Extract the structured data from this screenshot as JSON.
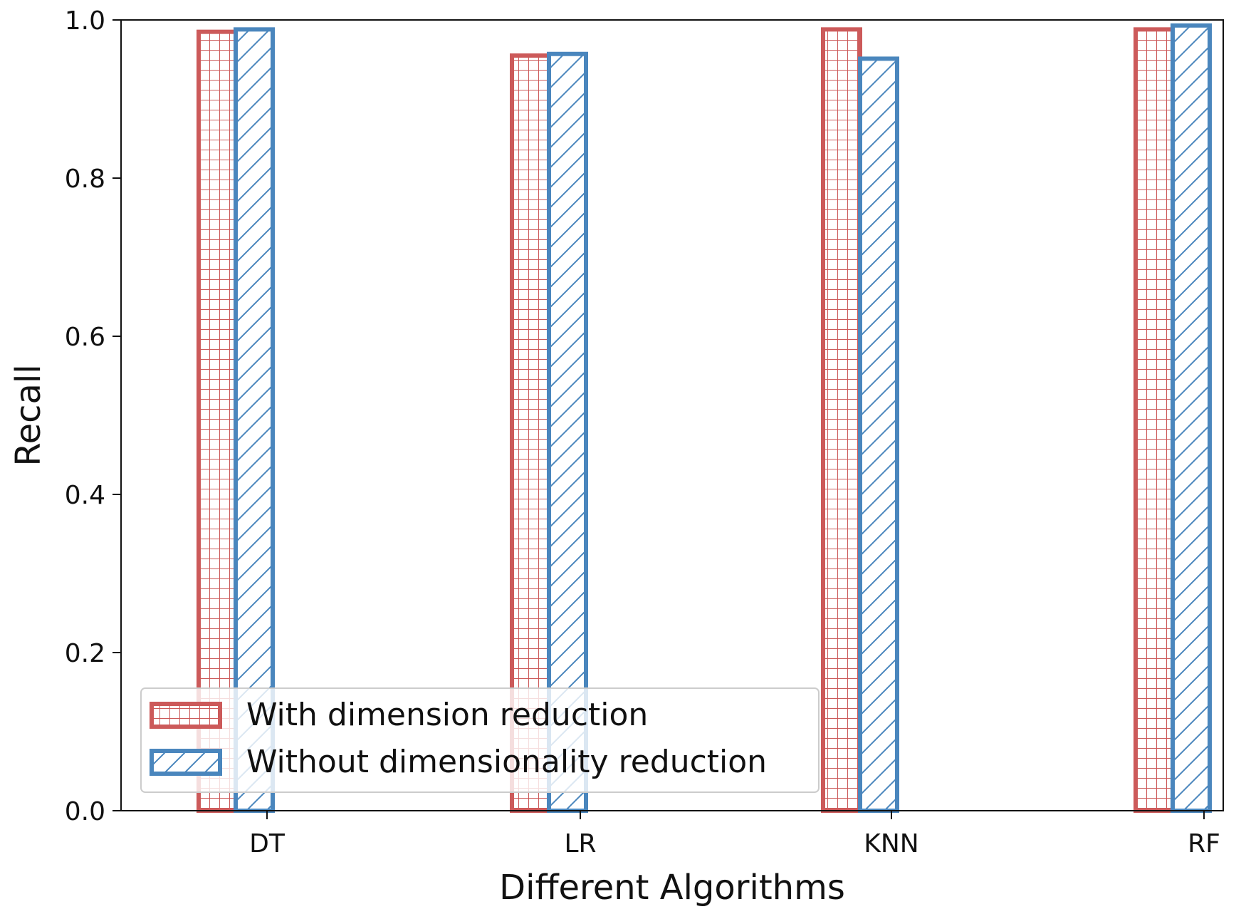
{
  "chart_data": {
    "type": "bar",
    "categories": [
      "DT",
      "LR",
      "KNN",
      "RF"
    ],
    "series": [
      {
        "name": "With dimension reduction",
        "values": [
          0.985,
          0.955,
          0.988,
          0.988
        ],
        "color": "#cc5a5a",
        "pattern": "grid-hatch"
      },
      {
        "name": "Without dimensionality reduction",
        "values": [
          0.988,
          0.957,
          0.951,
          0.993
        ],
        "color": "#4a86bd",
        "pattern": "diagonal-hatch"
      }
    ],
    "xlabel": "Different Algorithms",
    "ylabel": "Recall",
    "ylim": [
      0,
      1.0
    ],
    "yticks": [
      "0.0",
      "0.2",
      "0.4",
      "0.6",
      "0.8",
      "1.0"
    ],
    "grid": false,
    "legend_position": "lower-left"
  }
}
